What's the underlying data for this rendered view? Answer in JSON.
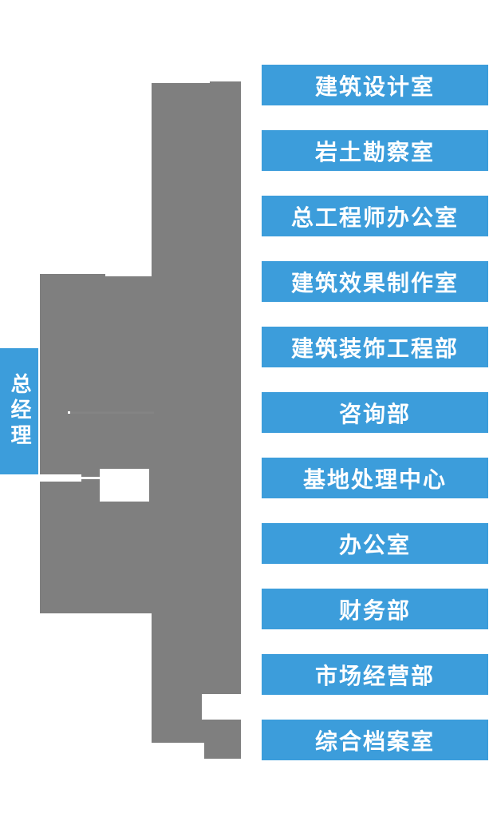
{
  "diagram": {
    "type": "org-chart",
    "root": {
      "label": "总经理"
    },
    "departments": [
      {
        "label": "建筑设计室"
      },
      {
        "label": "岩土勘察室"
      },
      {
        "label": "总工程师办公室"
      },
      {
        "label": "建筑效果制作室"
      },
      {
        "label": "建筑装饰工程部"
      },
      {
        "label": "咨询部"
      },
      {
        "label": "基地处理中心"
      },
      {
        "label": "办公室"
      },
      {
        "label": "财务部"
      },
      {
        "label": "市场经营部"
      },
      {
        "label": "综合档案室"
      }
    ],
    "colors": {
      "node_blue": "#3C9DDB",
      "connector_gray": "#7F7F7F",
      "connector_faint_line": "#8B8B8B",
      "label_white": "#FFFFFF",
      "background": "#FFFFFF"
    },
    "layout_note": "root node left, 11 department bars stacked right, thick gray connector mass between"
  }
}
